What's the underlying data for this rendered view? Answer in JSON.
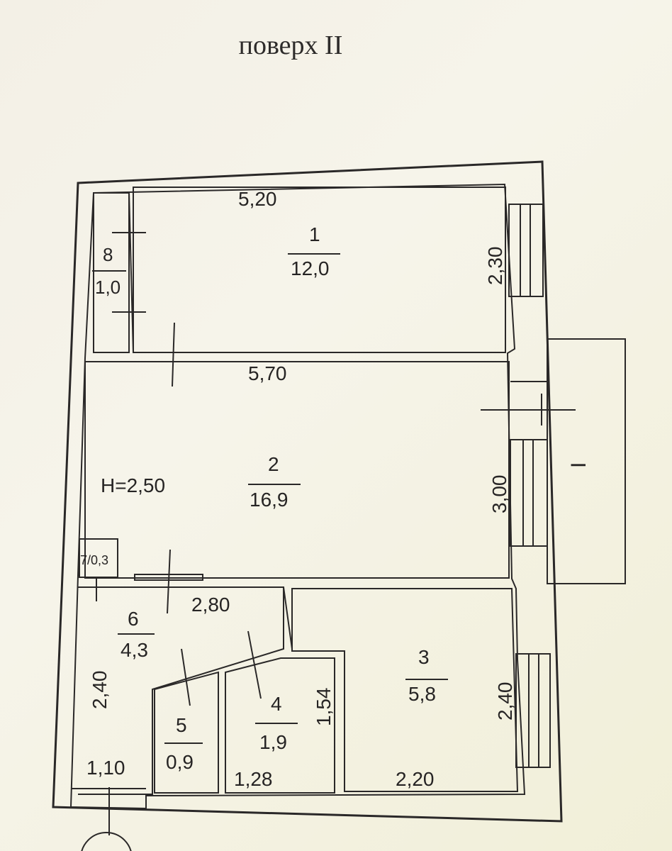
{
  "floor_label": "поверх II",
  "ceiling_height": "H=2,50",
  "dimensions": {
    "top_room_width": "5,20",
    "top_room_height": "2,30",
    "mid_room_width": "5,70",
    "mid_room_height": "3,00",
    "hall_width": "2,80",
    "hall_height": "2,40",
    "hall_bottom": "1,10",
    "room3_height": "2,40",
    "room3_bottom": "2,20",
    "room4_height": "1,54",
    "room4_bottom": "1,28"
  },
  "rooms": [
    {
      "number": "1",
      "area": "12,0"
    },
    {
      "number": "2",
      "area": "16,9"
    },
    {
      "number": "3",
      "area": "5,8"
    },
    {
      "number": "4",
      "area": "1,9"
    },
    {
      "number": "5",
      "area": "0,9"
    },
    {
      "number": "6",
      "area": "4,3"
    },
    {
      "number": "8",
      "area": "1,0"
    }
  ],
  "closet_label": "7/0,3",
  "balcony_label": "I"
}
